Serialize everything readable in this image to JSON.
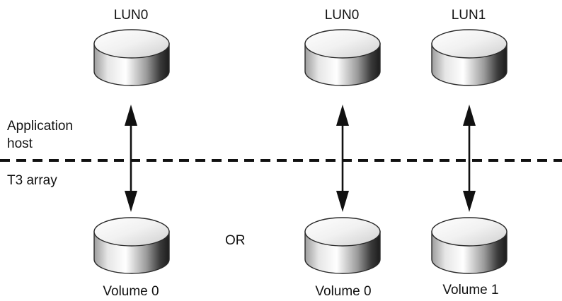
{
  "diagram": {
    "labels": {
      "host_side": "Application\nhost",
      "array_side": "T3 array",
      "or": "OR"
    },
    "luns": [
      "LUN0",
      "LUN0",
      "LUN1"
    ],
    "volumes": [
      "Volume 0",
      "Volume 0",
      "Volume 1"
    ]
  }
}
